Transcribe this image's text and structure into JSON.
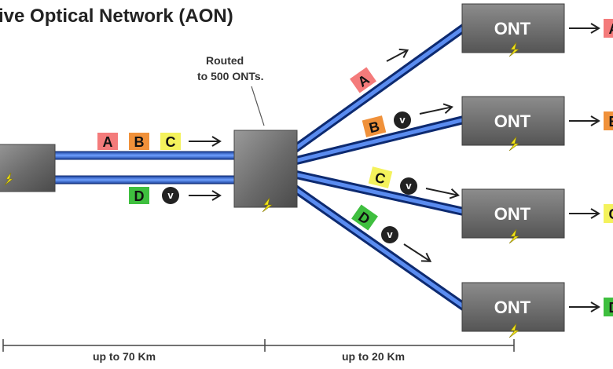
{
  "title": "ive Optical Network (AON)",
  "routed_note": [
    "Routed",
    "to 500 ONTs."
  ],
  "device_label": "ONT",
  "voice_symbol": "v",
  "distances": {
    "left": "up to 70 Km",
    "right": "up to 20 Km"
  },
  "feeder_labels": {
    "top": [
      "A",
      "B",
      "C"
    ],
    "bottom": [
      "D"
    ]
  },
  "branch_labels": [
    "A",
    "B",
    "C",
    "D"
  ],
  "output_labels": [
    "A",
    "B",
    "C",
    "D"
  ],
  "colors": {
    "A": "#f47b7b",
    "B": "#f0913a",
    "C": "#f4f25c",
    "D": "#3fbf3f",
    "fiber": "#2456b8",
    "device": "#6e6e6e",
    "lightning": "#f2e51c"
  }
}
